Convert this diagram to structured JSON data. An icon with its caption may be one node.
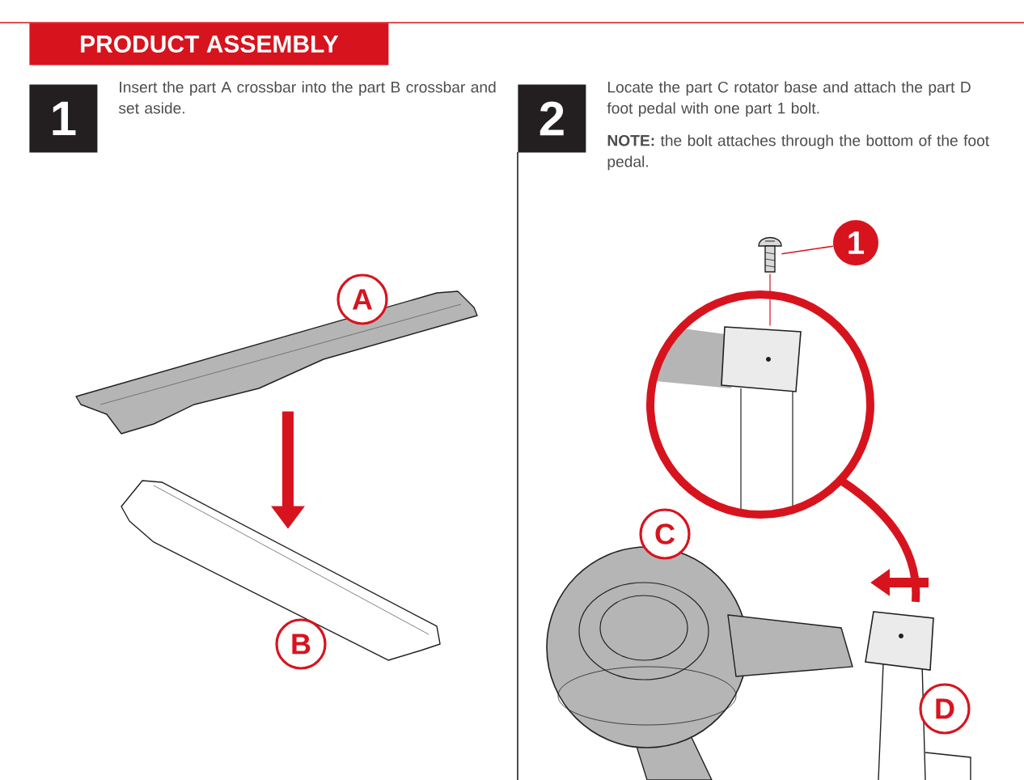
{
  "diagram": {
    "title": "PRODUCT ASSEMBLY",
    "nodes": [
      {
        "text": [
          "1"
        ],
        "beside": [
          "Insert the part A crossbar into the part B crossbar and set aside."
        ]
      },
      {
        "text": [
          "2"
        ],
        "beside": [
          "Locate the part C rotator base and attach the part D foot pedal with one part 1 bolt.",
          "**NOTE:** the bolt attaches through the bottom of the foot pedal."
        ]
      },
      {
        "text": [],
        "shape": "picture"
      },
      {
        "text": [
          "A"
        ]
      },
      {
        "text": [],
        "shape": "picture"
      },
      {
        "text": [
          "B"
        ]
      },
      {
        "text": [
          "C"
        ]
      },
      {
        "text": [
          "D"
        ]
      },
      {
        "text": [
          "1"
        ]
      },
      {
        "text": [],
        "shape": "picture"
      },
      {
        "text": [],
        "shape": "picture"
      }
    ],
    "edges": [
      {
        "from": 2,
        "to": 4,
        "arrow": "to",
        "style": "thick",
        "color": "#d7141e"
      },
      {
        "from": 8,
        "to": 9,
        "arrow": "none"
      },
      {
        "from": 9,
        "to": 10,
        "arrow": "none"
      }
    ]
  }
}
